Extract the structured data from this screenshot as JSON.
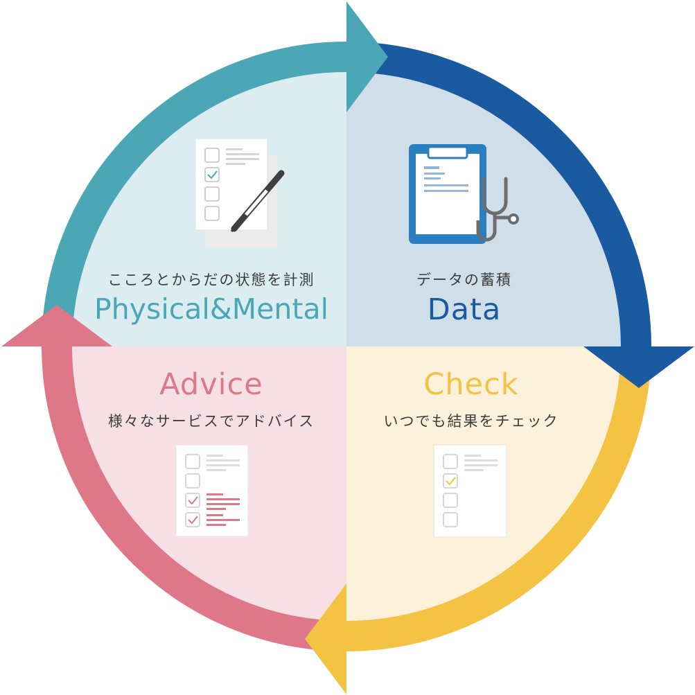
{
  "quadrants": {
    "physical_mental": {
      "title": "Physical&Mental",
      "subtitle": "こころとからだの状態を計測",
      "color": "#4ba6b6"
    },
    "data": {
      "title": "Data",
      "subtitle": "データの蓄積",
      "color": "#1a5aa0"
    },
    "check": {
      "title": "Check",
      "subtitle": "いつでも結果をチェック",
      "color": "#f5c344"
    },
    "advice": {
      "title": "Advice",
      "subtitle": "様々なサービスでアドバイス",
      "color": "#de7889"
    }
  },
  "icons": {
    "physical_mental": "checklist-with-pen-icon",
    "data": "clipboard-stethoscope-icon",
    "check": "checklist-icon",
    "advice": "checklist-icon"
  }
}
